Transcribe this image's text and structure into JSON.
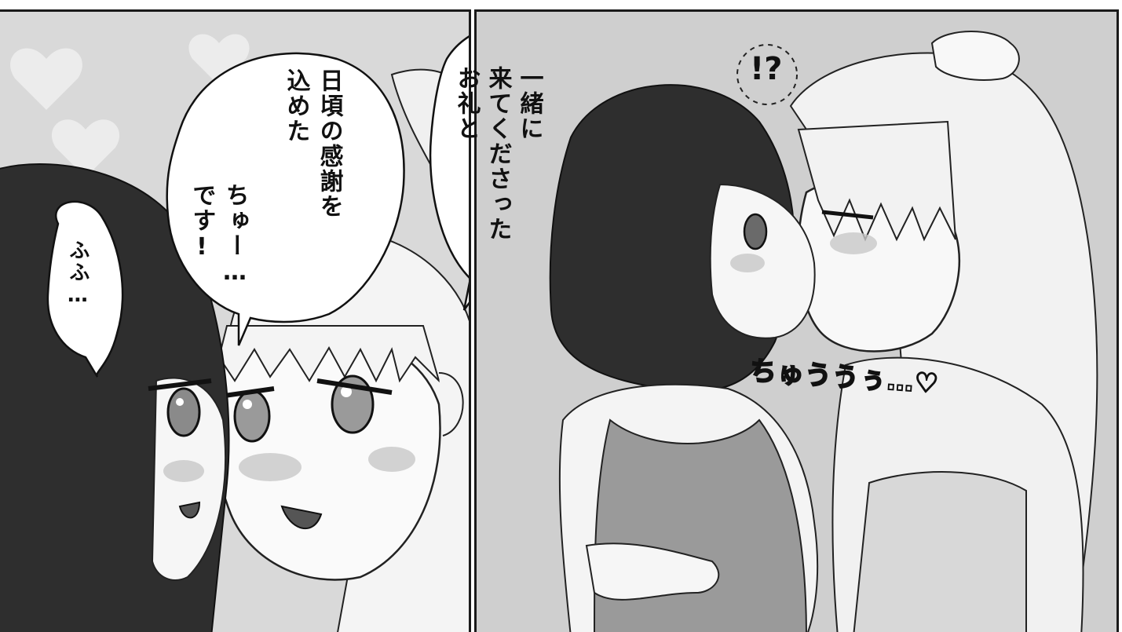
{
  "panels": {
    "left": {
      "bubbles": {
        "fufu": "ふふ…",
        "thanks_line1": "日頃の感謝を",
        "thanks_line2": "込めた",
        "chu_line1": "ちゅー…",
        "chu_line2": "です!",
        "together_line1": "一緒に",
        "together_line2": "来てくださった",
        "together_line3": "お礼と"
      }
    },
    "right": {
      "sfx": "ちゅううぅ…♡",
      "surprise_mark": "!?"
    }
  },
  "colors": {
    "ink": "#111111",
    "dark_hair": "#2e2e2e",
    "light_hair": "#f2f2f2",
    "background_gray": "#d9d9d9"
  }
}
